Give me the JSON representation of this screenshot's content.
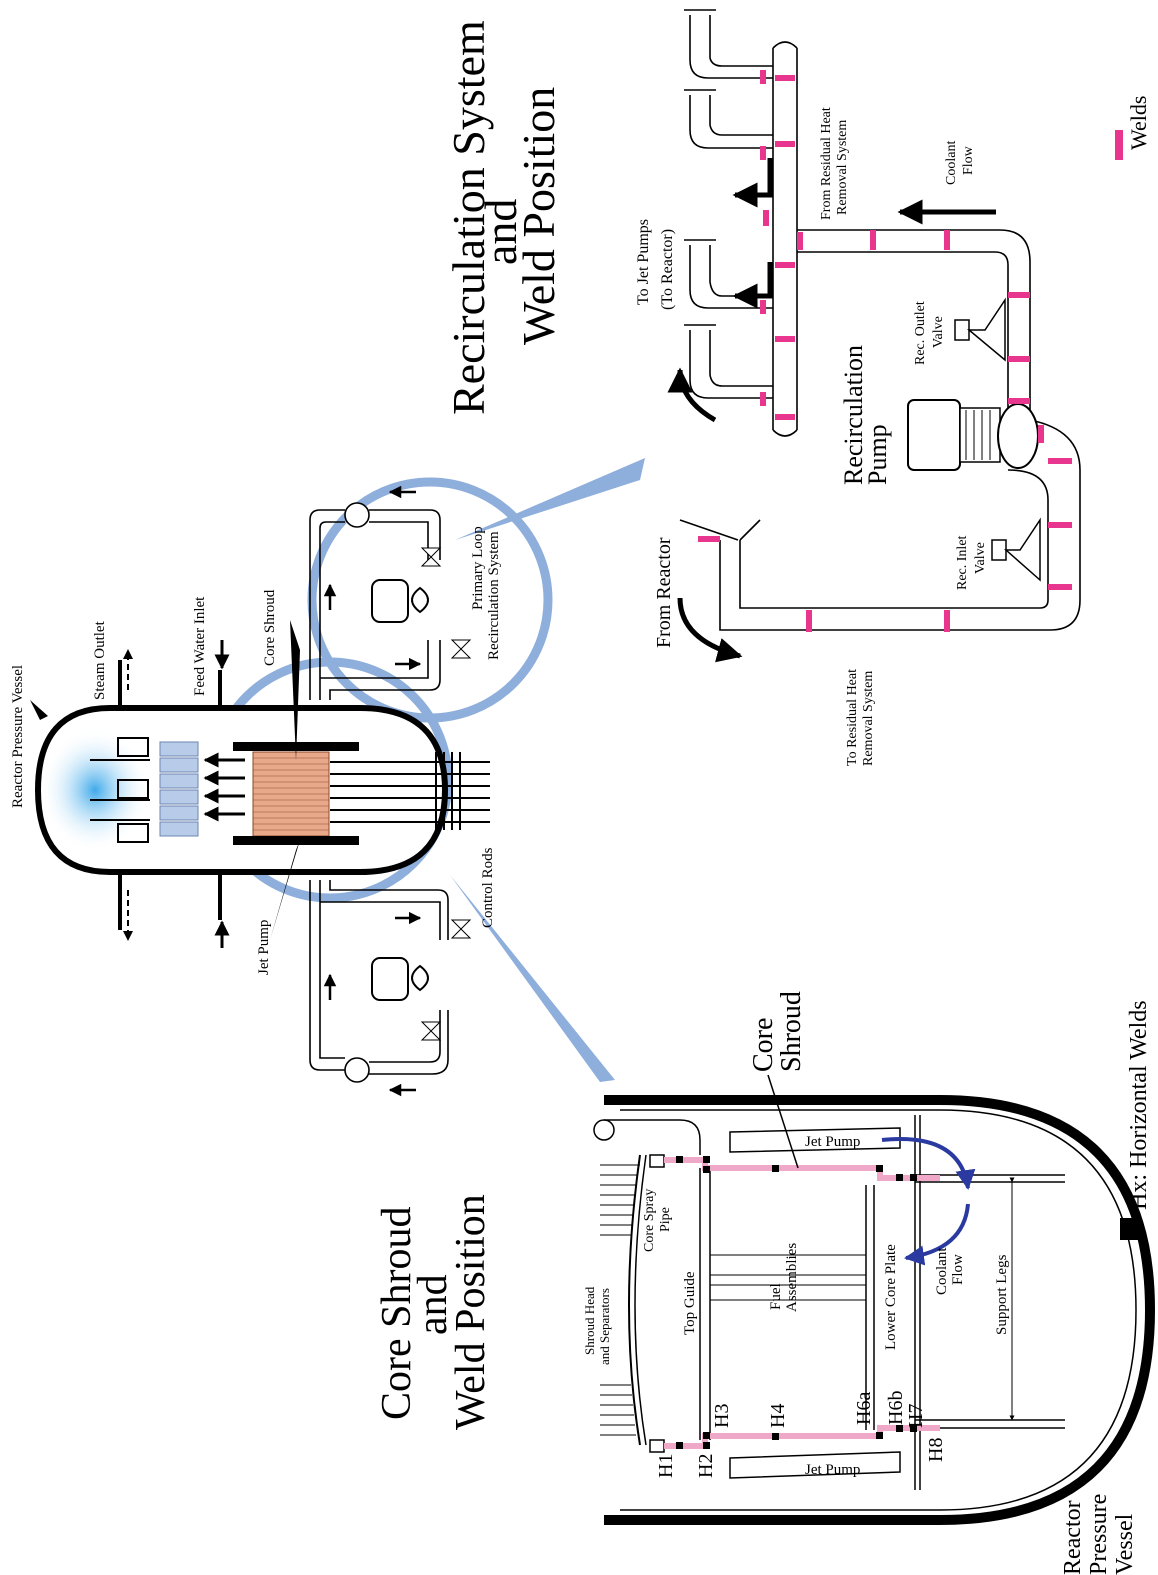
{
  "overview": {
    "labels": {
      "reactor_pressure_vessel": "Reactor Pressure Vessel",
      "steam_outlet": "Steam Outlet",
      "feed_water_inlet": "Feed Water Inlet",
      "core_shroud": "Core Shroud",
      "primary_loop_line1": "Primary Loop",
      "primary_loop_line2": "Recirculation System",
      "control_rods": "Control Rods",
      "jet_pump": "Jet Pump"
    }
  },
  "recirculation": {
    "title_lines": [
      "Recirculation System",
      "and",
      "Weld Position"
    ],
    "labels": {
      "to_jet_pumps_line1": "To Jet Pumps",
      "to_jet_pumps_line2": "(To Reactor)",
      "from_reactor": "From Reactor",
      "from_rhr_line1": "From Residual Heat",
      "from_rhr_line2": "Removal System",
      "to_rhr_line1": "To Residual Heat",
      "to_rhr_line2": "Removal System",
      "coolant_flow_line1": "Coolant",
      "coolant_flow_line2": "Flow",
      "rec_outlet_line1": "Rec. Outlet",
      "rec_outlet_line2": "Valve",
      "rec_inlet_line1": "Rec. Inlet",
      "rec_inlet_line2": "Valve",
      "recirc_pump_line1": "Recirculation",
      "recirc_pump_line2": "Pump"
    },
    "legend": {
      "welds": "Welds"
    },
    "colors": {
      "weld": "#e8368f"
    }
  },
  "core_shroud": {
    "title_lines": [
      "Core Shroud",
      "and",
      "Weld Position"
    ],
    "labels": {
      "core_shroud_line1": "Core",
      "core_shroud_line2": "Shroud",
      "jet_pump_top": "Jet Pump",
      "jet_pump_bottom": "Jet Pump",
      "shroud_head_line1": "Shroud Head",
      "shroud_head_line2": "and Separators",
      "core_spray_line1": "Core Spray",
      "core_spray_line2": "Pipe",
      "top_guide": "Top Guide",
      "fuel_line1": "Fuel",
      "fuel_line2": "Assemblies",
      "lower_core_plate": "Lower Core Plate",
      "coolant_flow_line1": "Coolant",
      "coolant_flow_line2": "Flow",
      "support_legs": "Support Legs",
      "rpv_line1": "Reactor",
      "rpv_line2": "Pressure",
      "rpv_line3": "Vessel"
    },
    "welds": [
      "H1",
      "H2",
      "H3",
      "H4",
      "H6a",
      "H6b",
      "H7",
      "H8"
    ],
    "legend": {
      "horizontal_welds": "Hx: Horizontal Welds"
    },
    "colors": {
      "shroud_weld_line": "#f0a8c8",
      "accent_circle": "#8eaedc",
      "flow_arrow": "#2a3aa0"
    }
  }
}
